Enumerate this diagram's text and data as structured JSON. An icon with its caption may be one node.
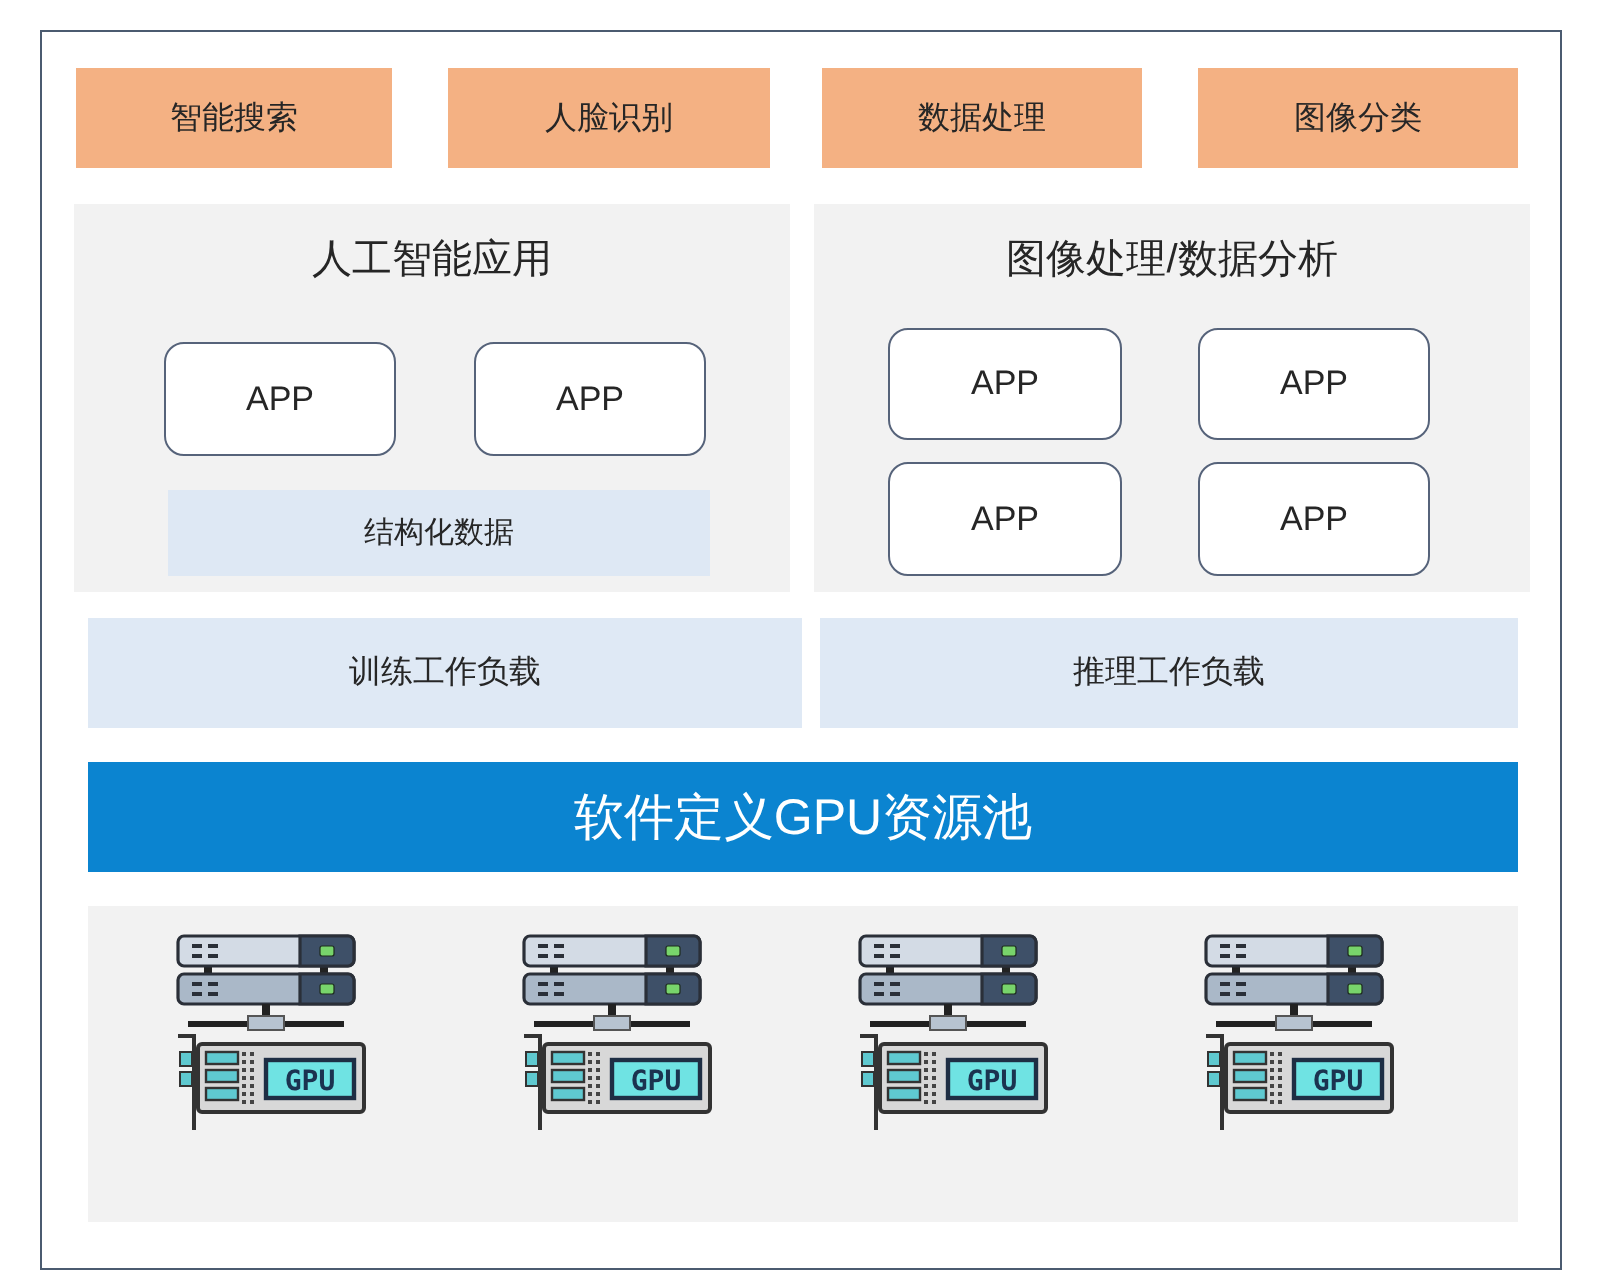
{
  "diagram": {
    "nodes": [
      {
        "text": [
          "智能搜索"
        ]
      },
      {
        "text": [
          "人脸识别"
        ]
      },
      {
        "text": [
          "数据处理"
        ]
      },
      {
        "text": [
          "图像分类"
        ]
      },
      {
        "text": [
          "人工智能应用"
        ]
      },
      {
        "text": [
          "APP"
        ],
        "in": 4
      },
      {
        "text": [
          "APP"
        ],
        "in": 4
      },
      {
        "text": [
          "结构化数据"
        ],
        "in": 4
      },
      {
        "text": [
          "图像处理/数据分析"
        ]
      },
      {
        "text": [
          "APP"
        ],
        "in": 8
      },
      {
        "text": [
          "APP"
        ],
        "in": 8
      },
      {
        "text": [
          "APP"
        ],
        "in": 8
      },
      {
        "text": [
          "APP"
        ],
        "in": 8
      },
      {
        "text": [
          "训练工作负载"
        ]
      },
      {
        "text": [
          "推理工作负载"
        ]
      },
      {
        "text": [
          "软件定义GPU资源池"
        ]
      },
      {
        "text": [],
        "shape": "box"
      },
      {
        "text": [],
        "shape": "picture",
        "in": 16
      },
      {
        "text": [],
        "shape": "picture",
        "in": 16
      },
      {
        "text": [],
        "shape": "picture",
        "in": 16
      },
      {
        "text": [],
        "shape": "picture",
        "in": 16
      }
    ],
    "labels": [
      "GPU",
      "GPU",
      "GPU",
      "GPU"
    ]
  }
}
